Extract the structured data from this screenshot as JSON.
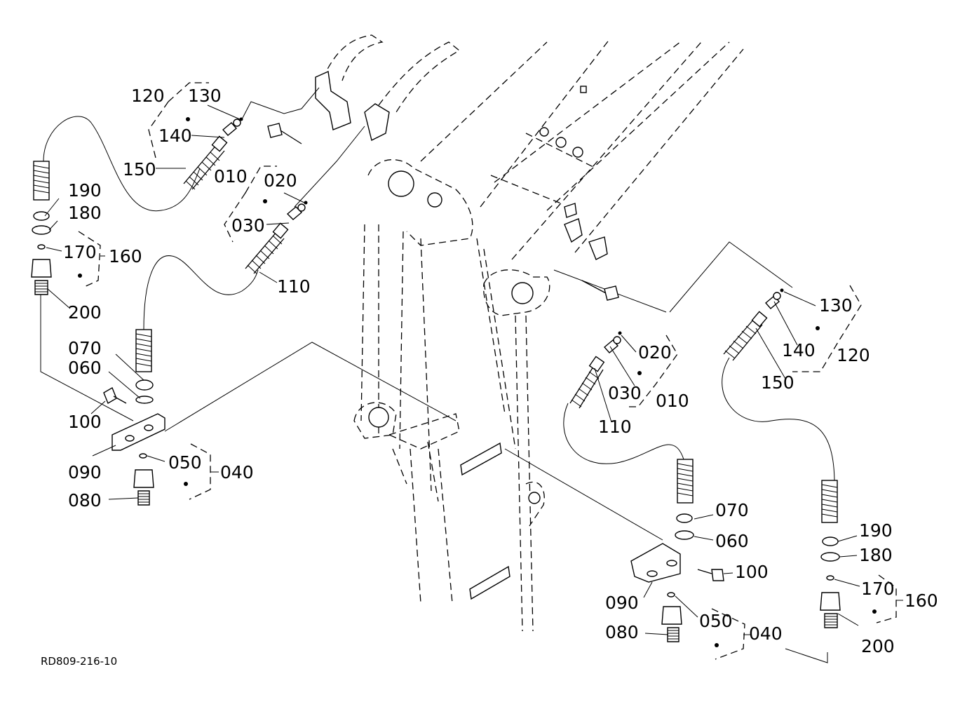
{
  "diagram": {
    "reference_code": "RD809-216-10",
    "callouts_left": {
      "p120": "120",
      "p130": "130",
      "p140": "140",
      "p150": "150",
      "p010": "010",
      "p020": "020",
      "p030": "030",
      "p110": "110",
      "p190": "190",
      "p180": "180",
      "p170": "170",
      "p160": "160",
      "p200": "200",
      "p070": "070",
      "p060": "060",
      "p100": "100",
      "p090": "090",
      "p050": "050",
      "p040": "040",
      "p080": "080"
    },
    "callouts_right": {
      "p130": "130",
      "p140": "140",
      "p120": "120",
      "p150": "150",
      "p020": "020",
      "p030": "030",
      "p010": "010",
      "p110": "110",
      "p070": "070",
      "p060": "060",
      "p100": "100",
      "p090": "090",
      "p050": "050",
      "p040": "040",
      "p080": "080",
      "p190": "190",
      "p180": "180",
      "p170": "170",
      "p160": "160",
      "p200": "200"
    }
  }
}
